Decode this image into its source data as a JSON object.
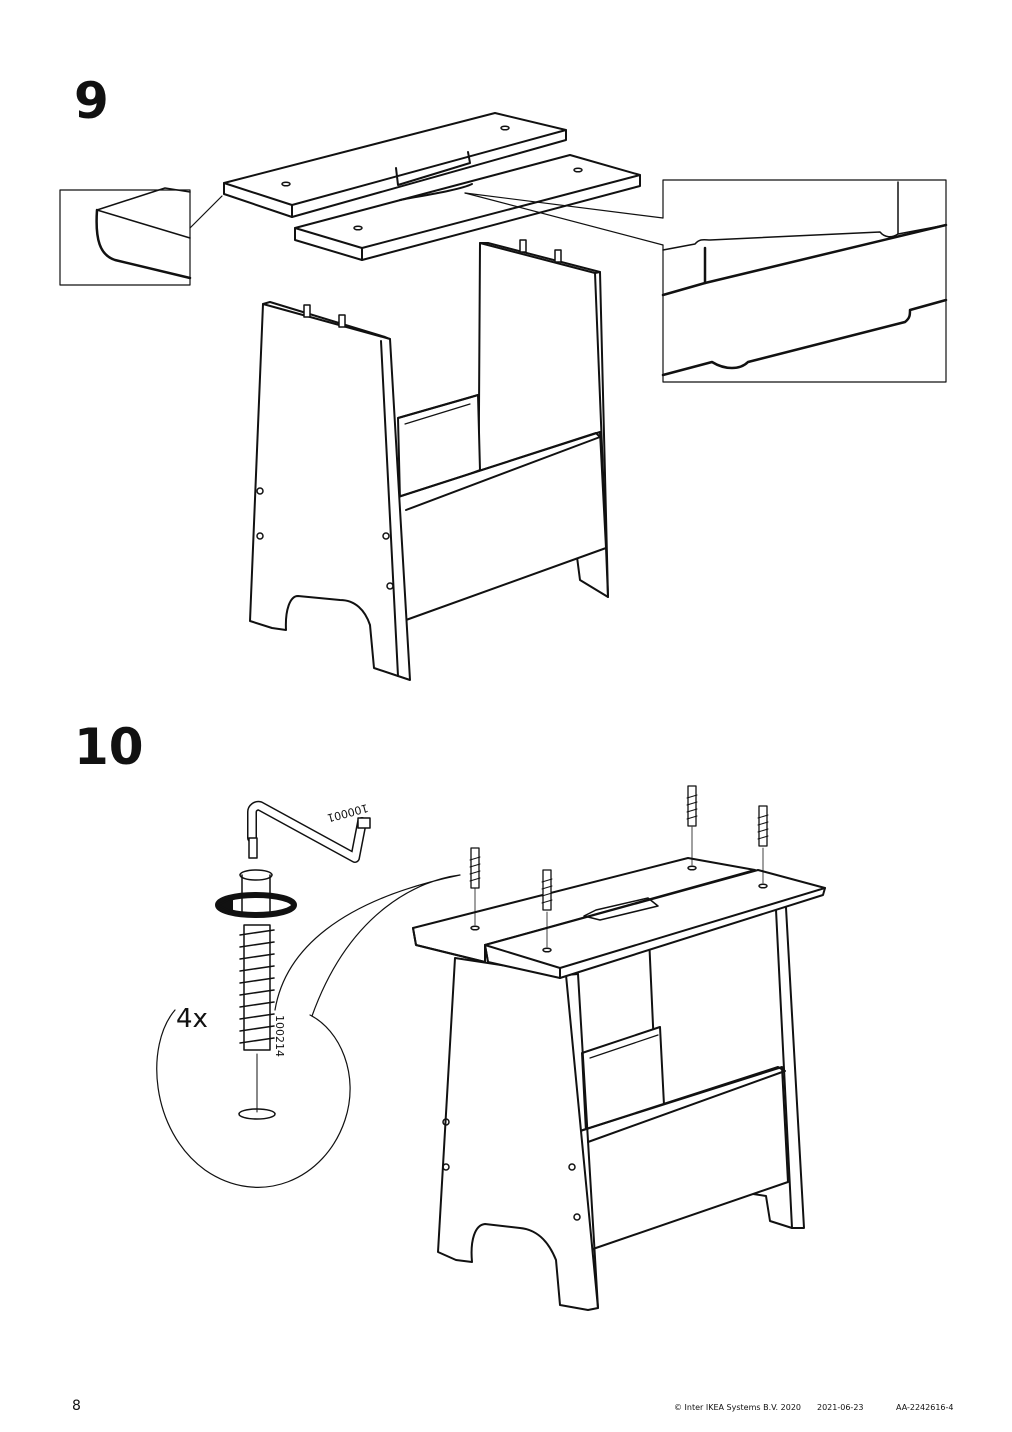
{
  "steps": [
    {
      "number": "9"
    },
    {
      "number": "10"
    }
  ],
  "step10": {
    "quantity": "4x",
    "tool_part": "100001",
    "screw_part": "100214"
  },
  "footer": {
    "page_number": "8",
    "copyright": "© Inter IKEA Systems B.V. 2020",
    "date": "2021-06-23",
    "doc_id": "AA-2242616-4"
  }
}
